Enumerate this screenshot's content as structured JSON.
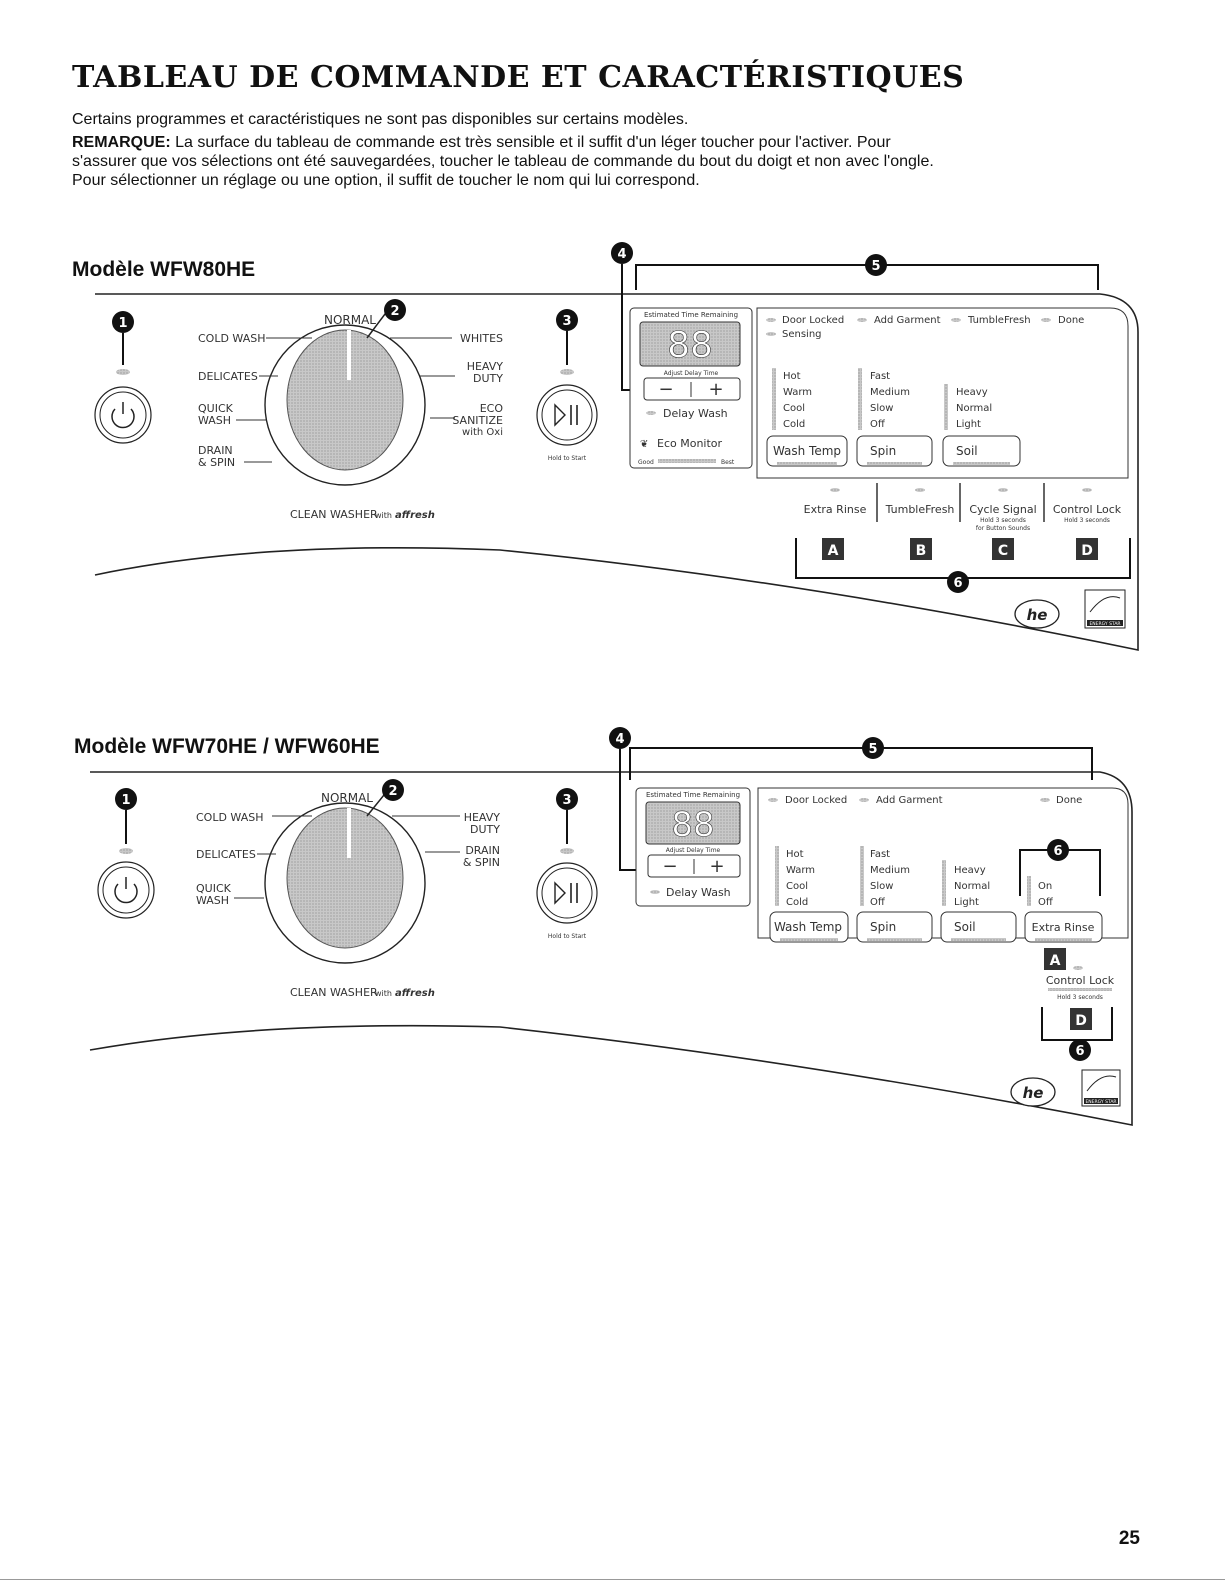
{
  "title": "TABLEAU DE COMMANDE ET CARACTÉRISTIQUES",
  "intro": "Certains programmes et caractéristiques ne sont pas disponibles sur certains modèles.",
  "note_label": "REMARQUE:",
  "note_text": " La surface du tableau de commande est très sensible et il suffit d'un léger toucher pour l'activer. Pour s'assurer que vos sélections ont été sauvegardées, toucher le tableau de commande du bout du doigt et non avec l'ongle. Pour sélectionner un réglage ou une option, il suffit de toucher le nom qui lui correspond.",
  "page_number": "25",
  "callouts": {
    "c1": "1",
    "c2": "2",
    "c3": "3",
    "c4": "4",
    "c5": "5",
    "c6": "6"
  },
  "model1": {
    "title": "Modèle WFW80HE",
    "dial_top": "NORMAL",
    "dial_left": [
      "COLD WASH",
      "DELICATES",
      "QUICK",
      "WASH",
      "DRAIN",
      "& SPIN"
    ],
    "dial_right": [
      "WHITES",
      "HEAVY",
      "DUTY",
      "ECO",
      "SANITIZE",
      "with Oxi"
    ],
    "dial_bottom": "CLEAN WASHER",
    "dial_bottom_with": "with",
    "affresh": "affresh",
    "hold_to_start": "Hold to Start",
    "est_time": "Estimated Time Remaining",
    "display_digits": "88",
    "adjust_delay": "Adjust Delay Time",
    "minus": "−",
    "plus": "+",
    "delay_wash": "Delay Wash",
    "eco_monitor": "Eco Monitor",
    "good": "Good",
    "best": "Best",
    "status": [
      "Door Locked",
      "Add Garment",
      "TumbleFresh",
      "Done"
    ],
    "sensing": "Sensing",
    "temp_levels": [
      "Hot",
      "Warm",
      "Cool",
      "Cold"
    ],
    "spin_levels": [
      "Fast",
      "Medium",
      "Slow",
      "Off"
    ],
    "soil_levels": [
      "Heavy",
      "Normal",
      "Light"
    ],
    "buttons": [
      "Wash Temp",
      "Spin",
      "Soil"
    ],
    "options": [
      "Extra Rinse",
      "TumbleFresh",
      "Cycle Signal",
      "Control Lock"
    ],
    "cycle_signal_sub1": "Hold 3 seconds",
    "cycle_signal_sub2": "for Button Sounds",
    "control_lock_sub": "Hold 3 seconds",
    "option_letters": [
      "A",
      "B",
      "C",
      "D"
    ],
    "he_logo": "he",
    "energy_star": "ENERGY STAR"
  },
  "model2": {
    "title": "Modèle WFW70HE / WFW60HE",
    "dial_top": "NORMAL",
    "dial_left": [
      "COLD WASH",
      "DELICATES",
      "QUICK",
      "WASH"
    ],
    "dial_right": [
      "HEAVY",
      "DUTY",
      "DRAIN",
      "& SPIN"
    ],
    "dial_bottom": "CLEAN WASHER",
    "dial_bottom_with": "with",
    "affresh": "affresh",
    "hold_to_start": "Hold to Start",
    "est_time": "Estimated Time Remaining",
    "display_digits": "88",
    "adjust_delay": "Adjust Delay Time",
    "minus": "−",
    "plus": "+",
    "delay_wash": "Delay Wash",
    "status": [
      "Door Locked",
      "Add Garment",
      "Done"
    ],
    "temp_levels": [
      "Hot",
      "Warm",
      "Cool",
      "Cold"
    ],
    "spin_levels": [
      "Fast",
      "Medium",
      "Slow",
      "Off"
    ],
    "soil_levels": [
      "Heavy",
      "Normal",
      "Light"
    ],
    "rinse_levels": [
      "On",
      "Off"
    ],
    "buttons": [
      "Wash Temp",
      "Spin",
      "Soil",
      "Extra Rinse"
    ],
    "control_lock": "Control Lock",
    "control_lock_sub": "Hold 3 seconds",
    "option_letters": [
      "A",
      "D"
    ],
    "he_logo": "he",
    "energy_star": "ENERGY STAR"
  }
}
